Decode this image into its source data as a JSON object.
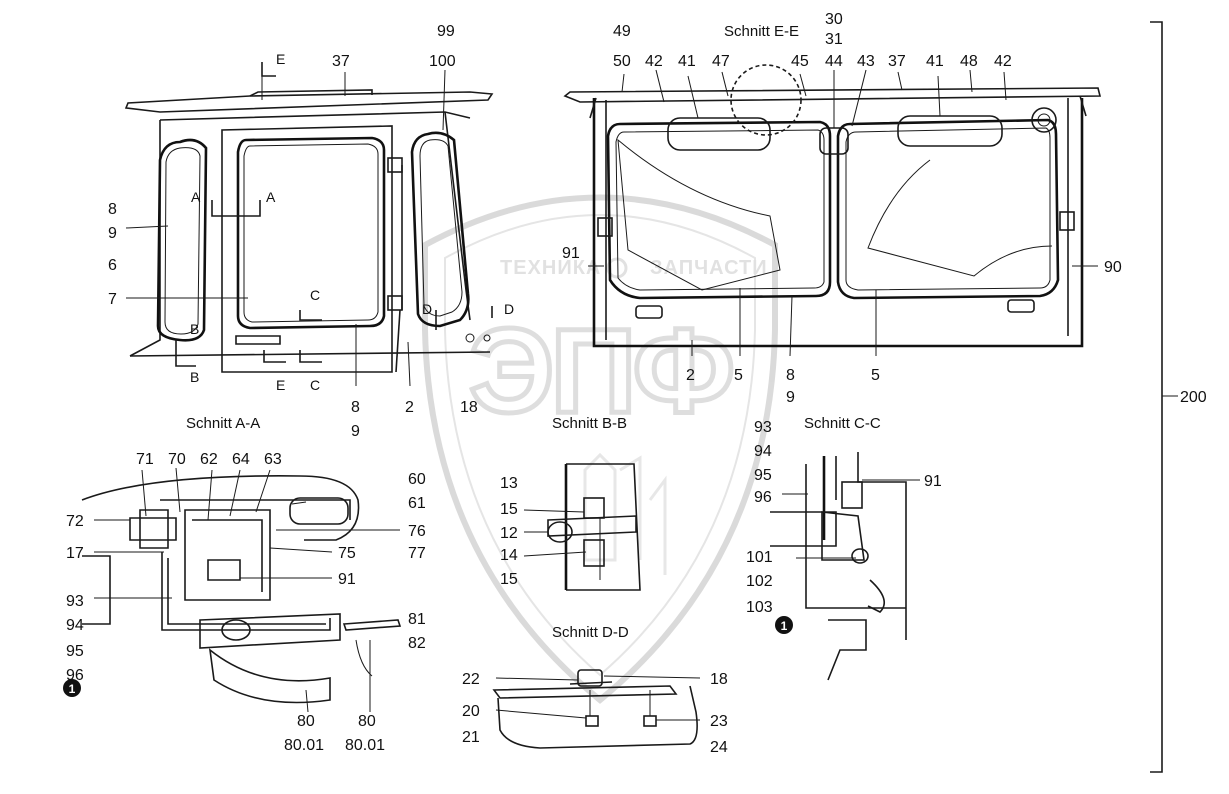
{
  "watermark": {
    "brand_left": "ТЕХНИКА",
    "brand_right": "ЗАПЧАСТИ",
    "logo_text": "ЭПФ"
  },
  "sections": {
    "e": "Schnitt E-E",
    "a": "Schnitt A-A",
    "b": "Schnitt B-B",
    "c": "Schnitt C-C",
    "d": "Schnitt D-D"
  },
  "markers": {
    "a": "A",
    "b": "B",
    "c": "C",
    "d": "D",
    "e": "E",
    "note_a": "1",
    "note_c": "1"
  },
  "assembly_label": "200",
  "labels_side_view": [
    "37",
    "99",
    "100",
    "8",
    "9",
    "6",
    "7",
    "8",
    "9",
    "2",
    "18"
  ],
  "labels_rear_view": [
    "49",
    "50",
    "42",
    "41",
    "47",
    "30",
    "31",
    "44",
    "45",
    "43",
    "37",
    "41",
    "48",
    "42",
    "91",
    "90",
    "2",
    "5",
    "8",
    "9",
    "5"
  ],
  "labels_section_a": [
    "71",
    "70",
    "62",
    "64",
    "63",
    "60",
    "61",
    "72",
    "76",
    "77",
    "17",
    "75",
    "91",
    "93",
    "94",
    "95",
    "96",
    "81",
    "82",
    "80",
    "80.01",
    "80",
    "80.01"
  ],
  "labels_section_b": [
    "13",
    "15",
    "12",
    "14",
    "15"
  ],
  "labels_section_c": [
    "93",
    "94",
    "95",
    "96",
    "91",
    "101",
    "102",
    "103"
  ],
  "labels_section_d": [
    "22",
    "18",
    "20",
    "21",
    "23",
    "24"
  ]
}
